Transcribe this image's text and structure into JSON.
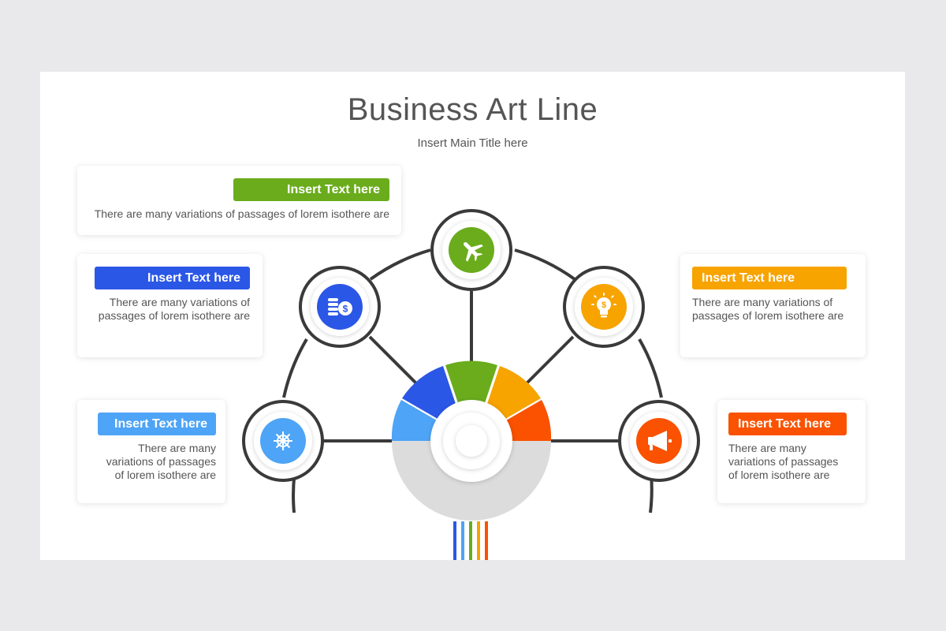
{
  "slide": {
    "title": "Business Art Line",
    "subtitle": "Insert Main Title here"
  },
  "colors": {
    "green": "#6aac1c",
    "blue": "#2b57e6",
    "orange": "#f7a300",
    "sky": "#4ea4f6",
    "red": "#fa5200",
    "line": "#3a3a3a",
    "gray": "#dcdcdc"
  },
  "cards": [
    {
      "heading": "Insert Text here",
      "text": "There are many variations of passages of lorem isothere are",
      "color": "#6aac1c"
    },
    {
      "heading": "Insert Text here",
      "text": "There are many variations of passages of lorem isothere are",
      "color": "#2b57e6"
    },
    {
      "heading": "Insert Text here",
      "text": "There are many variations of passages of lorem isothere are",
      "color": "#4ea4f6"
    },
    {
      "heading": "Insert Text here",
      "text": "There are many variations of passages of lorem isothere are",
      "color": "#f7a300"
    },
    {
      "heading": "Insert Text here",
      "text": "There are many variations of passages of lorem isothere are",
      "color": "#fa5200"
    }
  ],
  "icons": [
    {
      "name": "airplane-icon",
      "color": "#6aac1c"
    },
    {
      "name": "coins-dollar-icon",
      "color": "#2b57e6"
    },
    {
      "name": "lightbulb-dollar-icon",
      "color": "#f7a300"
    },
    {
      "name": "ship-wheel-icon",
      "color": "#4ea4f6"
    },
    {
      "name": "megaphone-icon",
      "color": "#fa5200"
    }
  ]
}
